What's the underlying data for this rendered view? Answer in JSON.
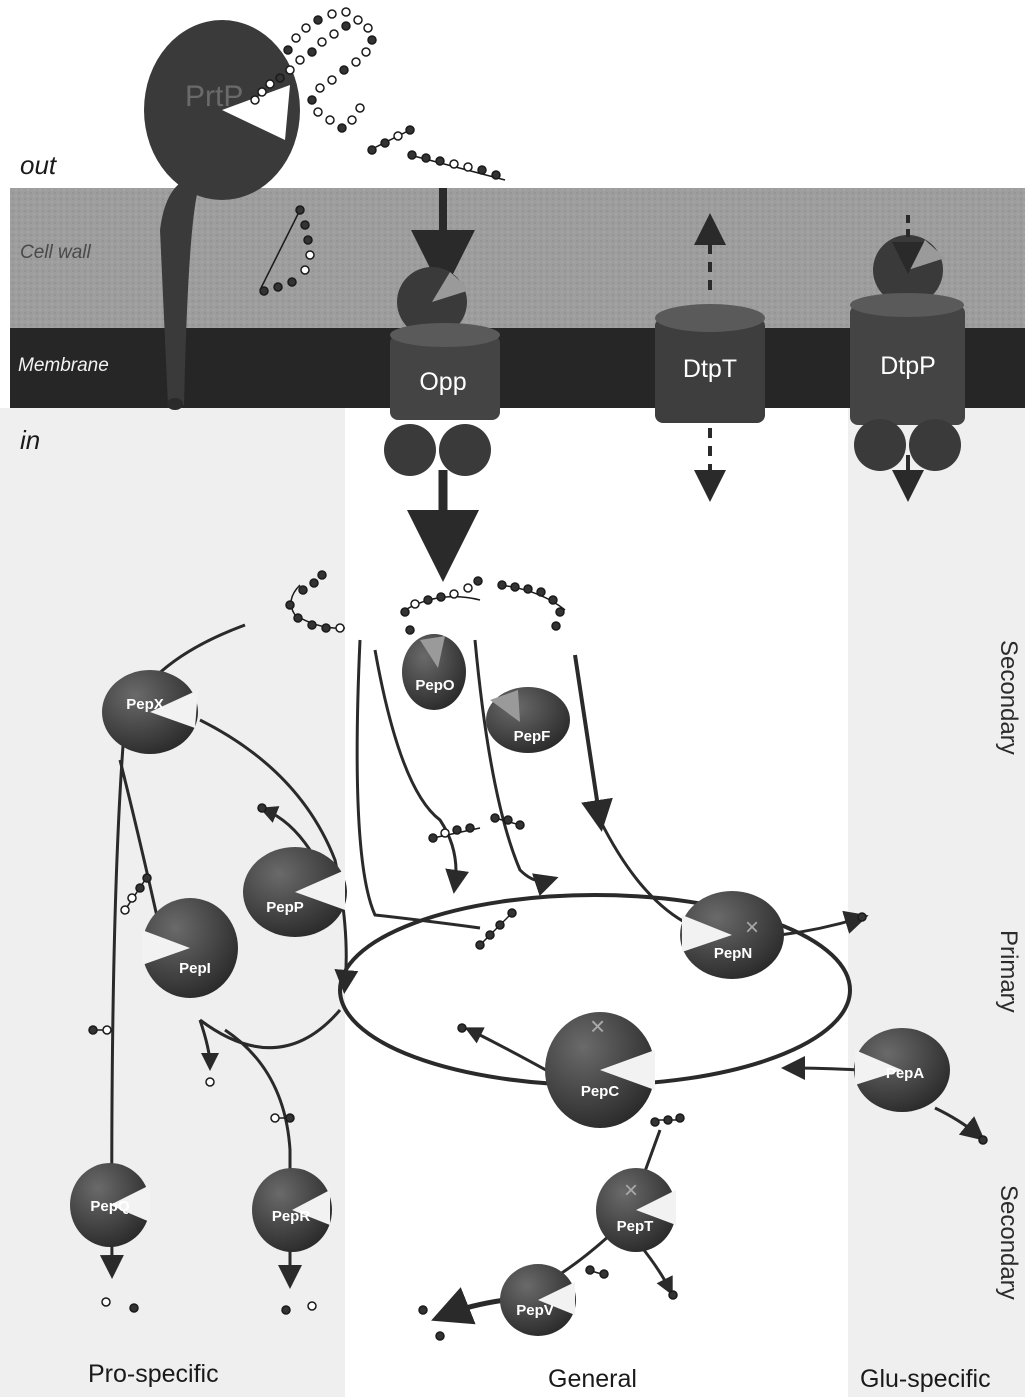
{
  "regions": {
    "out": "out",
    "cell_wall": "Cell wall",
    "membrane": "Membrane",
    "in": "in"
  },
  "transporters": {
    "opp": "Opp",
    "dtpt": "DtpT",
    "dtpp": "DtpP"
  },
  "protease": "PrtP",
  "enzymes": {
    "pepo": "PepO",
    "pepf": "PepF",
    "pepx": "PepX",
    "pepp": "PepP",
    "pepi": "PepI",
    "pepn": "PepN",
    "pepc": "PepC",
    "pepa": "PepA",
    "pepq": "PepQ",
    "pepr": "PepR",
    "pept": "PepT",
    "pepv": "PepV"
  },
  "levels": {
    "secondary_top": "Secondary",
    "primary": "Primary",
    "secondary_bottom": "Secondary"
  },
  "columns": {
    "pro_specific": "Pro-specific",
    "general": "General",
    "glu_specific": "Glu-specific"
  },
  "colors": {
    "band": "#9a9a9a",
    "membrane": "#262626",
    "shade": "#eeeeee",
    "enzyme": "#2e2e2e",
    "line": "#2a2a2a"
  }
}
